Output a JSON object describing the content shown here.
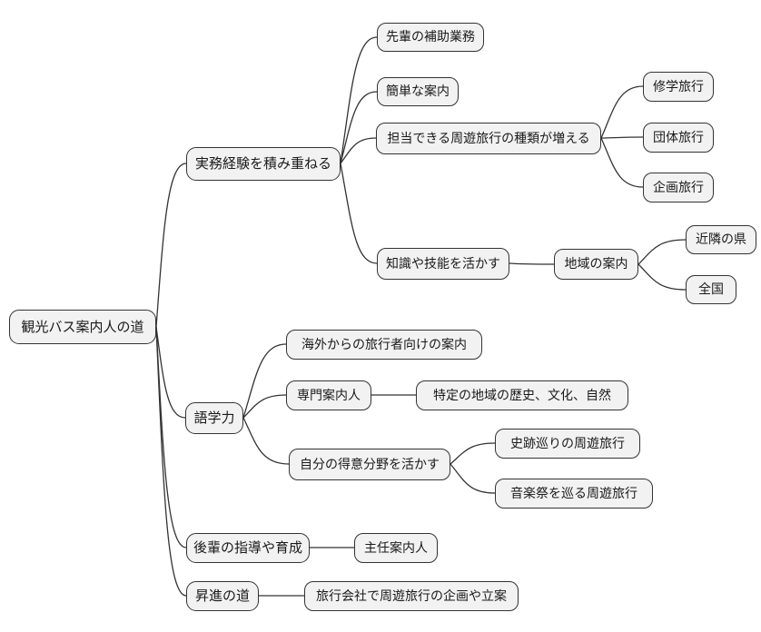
{
  "diagram": {
    "type": "mindmap",
    "background_color": "#ffffff",
    "node_fill_color": "#f2f2f2",
    "node_border_color": "#333333",
    "edge_color": "#333333"
  },
  "labels": {
    "root": "観光バス案内人の道",
    "practical": "実務経験を積み重ねる",
    "assist_seniors": "先輩の補助業務",
    "simple_guidance": "簡単な案内",
    "more_tour_types": "担当できる周遊旅行の種類が増える",
    "school_trips": "修学旅行",
    "group_trips": "団体旅行",
    "planned_trips": "企画旅行",
    "use_knowledge": "知識や技能を活かす",
    "regional_guidance": "地域の案内",
    "neighboring_prefectures": "近隣の県",
    "nationwide": "全国",
    "language_skills": "語学力",
    "overseas_visitors": "海外からの旅行者向けの案内",
    "specialist_guide": "専門案内人",
    "region_history_culture_nature": "特定の地域の歴史、文化、自然",
    "use_specialty": "自分の得意分野を活かす",
    "historic_site_tours": "史跡巡りの周遊旅行",
    "music_festival_tours": "音楽祭を巡る周遊旅行",
    "mentoring_juniors": "後輩の指導や育成",
    "chief_guide": "主任案内人",
    "promotion_path": "昇進の道",
    "travel_agency_planning": "旅行会社で周遊旅行の企画や立案"
  },
  "tree": {
    "id": "root",
    "children": [
      {
        "id": "practical",
        "children": [
          {
            "id": "assist_seniors"
          },
          {
            "id": "simple_guidance"
          },
          {
            "id": "more_tour_types",
            "children": [
              {
                "id": "school_trips"
              },
              {
                "id": "group_trips"
              },
              {
                "id": "planned_trips"
              }
            ]
          },
          {
            "id": "use_knowledge",
            "children": [
              {
                "id": "regional_guidance",
                "children": [
                  {
                    "id": "neighboring_prefectures"
                  },
                  {
                    "id": "nationwide"
                  }
                ]
              }
            ]
          }
        ]
      },
      {
        "id": "language_skills",
        "children": [
          {
            "id": "overseas_visitors"
          },
          {
            "id": "specialist_guide",
            "children": [
              {
                "id": "region_history_culture_nature"
              }
            ]
          },
          {
            "id": "use_specialty",
            "children": [
              {
                "id": "historic_site_tours"
              },
              {
                "id": "music_festival_tours"
              }
            ]
          }
        ]
      },
      {
        "id": "mentoring_juniors",
        "children": [
          {
            "id": "chief_guide"
          }
        ]
      },
      {
        "id": "promotion_path",
        "children": [
          {
            "id": "travel_agency_planning"
          }
        ]
      }
    ]
  }
}
